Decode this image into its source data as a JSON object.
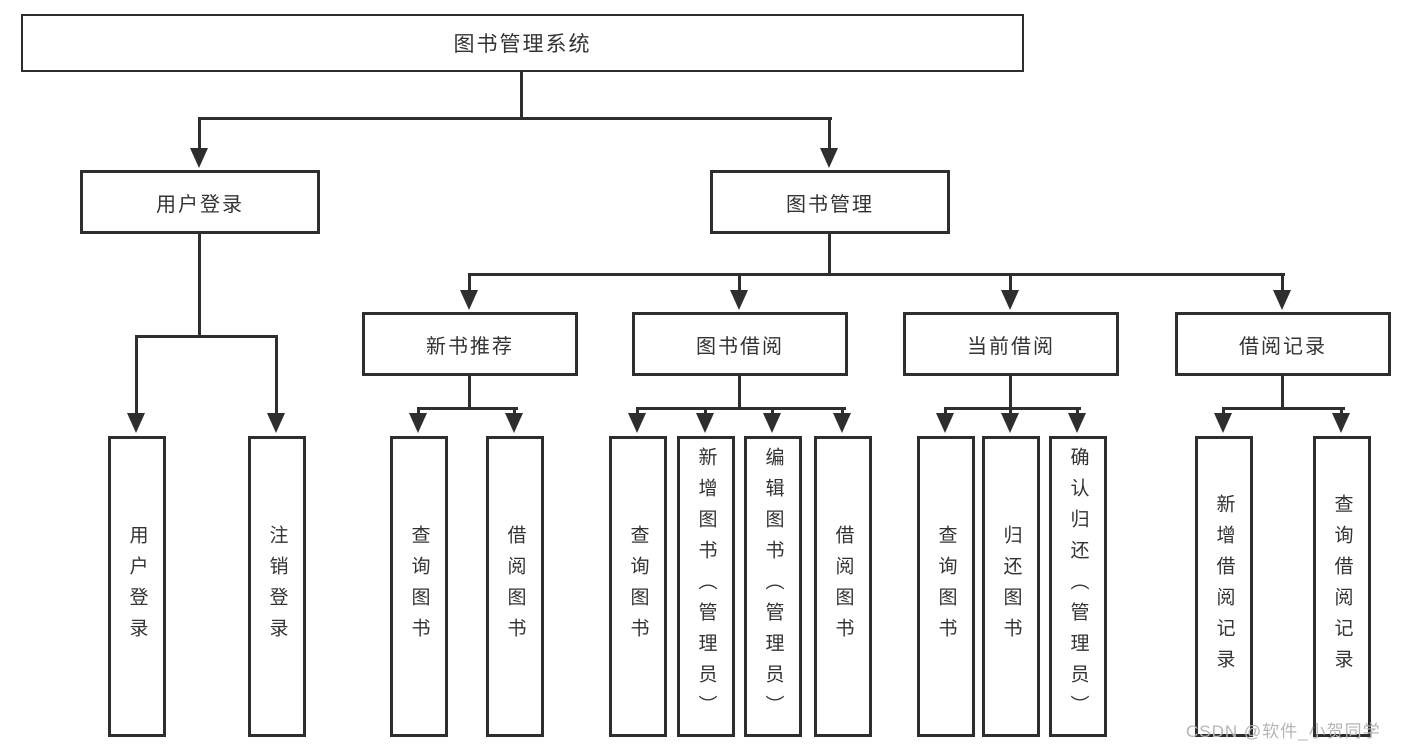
{
  "diagram": {
    "root": {
      "label": "图书管理系统"
    },
    "branches": {
      "user_login": {
        "label": "用户登录"
      },
      "book_mgmt": {
        "label": "图书管理"
      }
    },
    "modules": {
      "new_book_rec": {
        "label": "新书推荐"
      },
      "book_borrow": {
        "label": "图书借阅"
      },
      "current_borrow": {
        "label": "当前借阅"
      },
      "borrow_records": {
        "label": "借阅记录"
      }
    },
    "leaves": {
      "user_login_leaf": {
        "label": "用户登录"
      },
      "logout_leaf": {
        "label": "注销登录"
      },
      "nbr_query": {
        "label": "查询图书"
      },
      "nbr_borrow": {
        "label": "借阅图书"
      },
      "bb_query": {
        "label": "查询图书"
      },
      "bb_add": {
        "label": "新增图书（管理员）"
      },
      "bb_edit": {
        "label": "编辑图书（管理员）"
      },
      "bb_borrow": {
        "label": "借阅图书"
      },
      "cb_query": {
        "label": "查询图书"
      },
      "cb_return": {
        "label": "归还图书"
      },
      "cb_confirm": {
        "label": "确认归还（管理员）"
      },
      "br_add": {
        "label": "新增借阅记录"
      },
      "br_query": {
        "label": "查询借阅记录"
      }
    }
  },
  "watermark": {
    "text": "CSDN @软件_小贺同学"
  },
  "colors": {
    "line": "#2e2e2e",
    "text": "#333333",
    "watermark": "#b5b5b5",
    "background": "#ffffff"
  }
}
